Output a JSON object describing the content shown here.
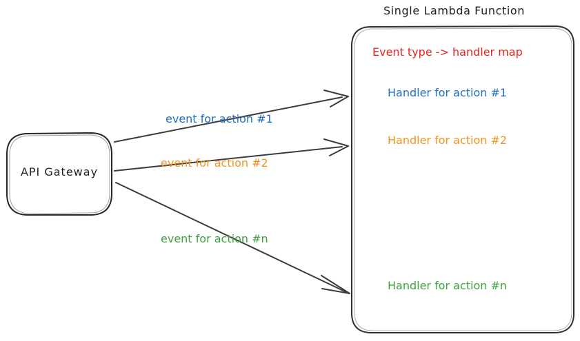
{
  "diagram": {
    "title": "Single Lambda Function",
    "colors": {
      "stroke": "#333333",
      "text": "#1f1f1f",
      "red": "#e8231a",
      "blue": "#1f6fc4",
      "orange": "#f5921e",
      "green": "#3fa23f",
      "background": "#ffffff"
    },
    "source_node": {
      "label": "API Gateway",
      "shape": "rounded-rectangle"
    },
    "target_node": {
      "title": "Single Lambda Function",
      "shape": "rounded-rectangle",
      "lines": [
        {
          "text": "Event type -> handler map",
          "color": "#e8231a"
        },
        {
          "text": "Handler for action #1",
          "color": "#1f6fc4"
        },
        {
          "text": "Handler for action #2",
          "color": "#f5921e"
        },
        {
          "text": "Handler for action #n",
          "color": "#3fa23f"
        }
      ]
    },
    "edges": [
      {
        "label": "event for action #1",
        "color": "#1f6fc4"
      },
      {
        "label": "event for action #2",
        "color": "#f5921e"
      },
      {
        "label": "event for action #n",
        "color": "#3fa23f"
      }
    ]
  }
}
